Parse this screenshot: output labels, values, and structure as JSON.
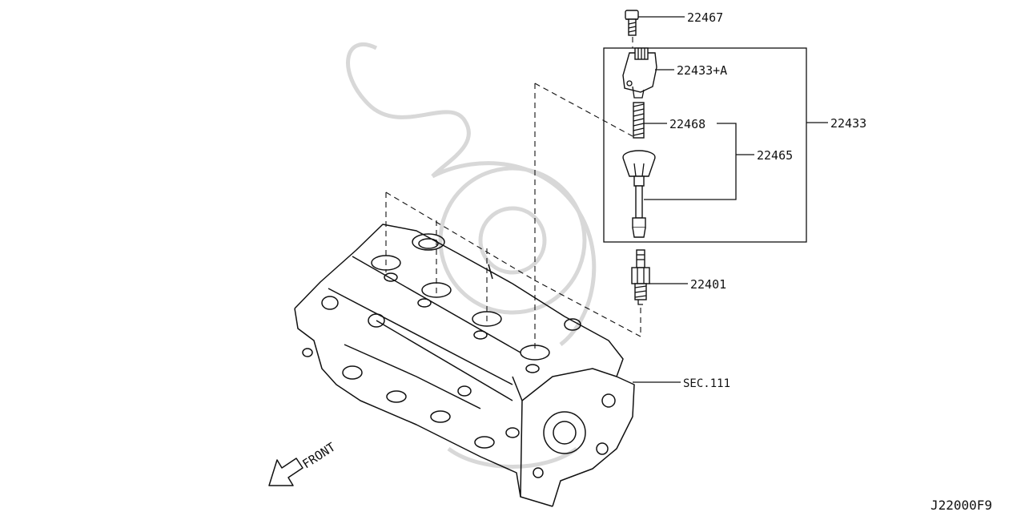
{
  "labels": {
    "bolt": "22467",
    "coil_assembly_a": "22433+A",
    "spring": "22468",
    "boot_set": "22465",
    "coil_assembly": "22433",
    "spark_plug": "22401",
    "cylinder_head_ref": "SEC.111",
    "front": "FRONT",
    "diagram_code": "J22000F9"
  },
  "colors": {
    "line": "#111111",
    "watermark": "#d8d8d8",
    "background": "#ffffff"
  }
}
